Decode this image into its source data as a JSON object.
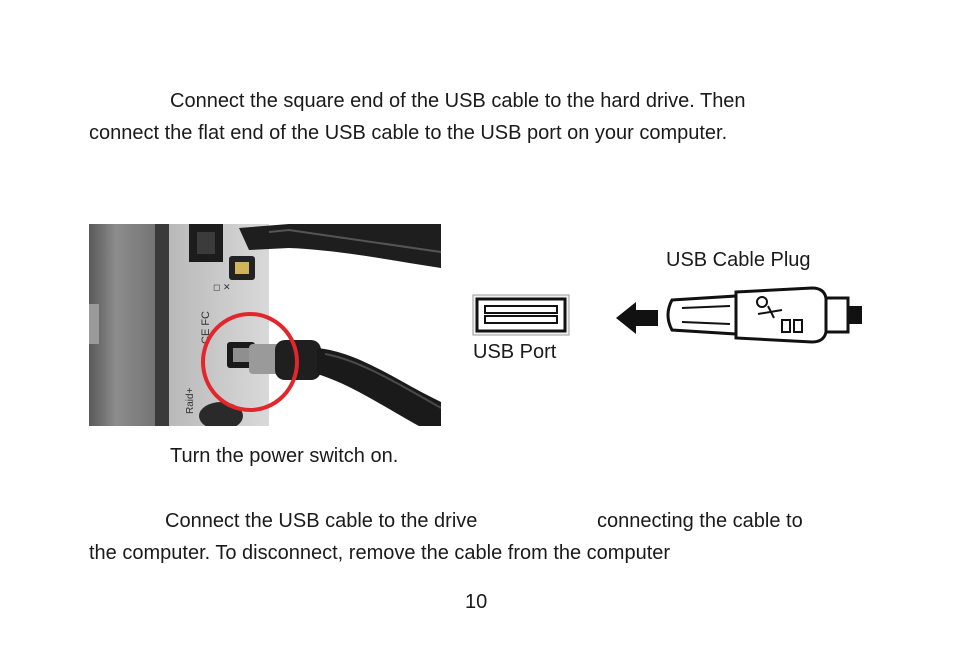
{
  "instructions": {
    "step1_line1": "Connect the square end of the USB cable to the hard drive. Then",
    "step1_line2": "connect the flat end of the USB cable to the USB port on your computer.",
    "step2": "Turn the power switch on.",
    "step3_line1_a": "Connect the USB cable to the drive",
    "step3_line1_b": "connecting the cable to",
    "step3_line2": "the computer. To disconnect, remove the cable from the computer"
  },
  "figure": {
    "photo_icon": "hard-drive-usb-connection-photo",
    "port_label": "USB Port",
    "plug_label": "USB Cable Plug",
    "arrow_icon": "left-arrow-icon",
    "highlight_color": "#e3262b"
  },
  "footer": {
    "page_number": "10"
  }
}
